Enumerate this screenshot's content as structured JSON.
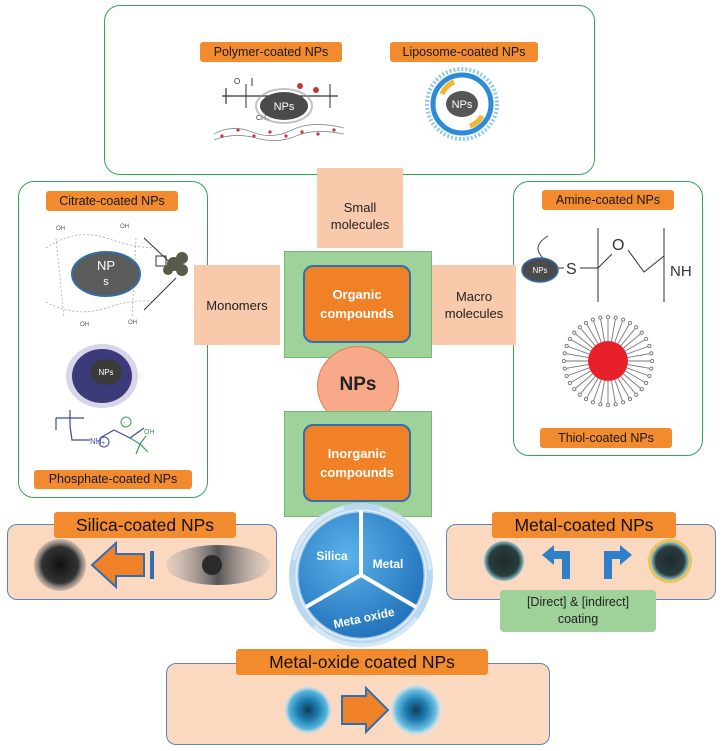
{
  "top_panel": {
    "polymer_label": "Polymer-coated NPs",
    "liposome_label": "Liposome-coated NPs",
    "polymer_np_text": "NPs",
    "liposome_np_text": "NPs",
    "polymer_formula_o": "O",
    "polymer_formula_ch3": "CH₃"
  },
  "left_panel": {
    "citrate_label": "Citrate-coated NPs",
    "citrate_np_text_1": "NP",
    "citrate_np_text_2": "s",
    "phosphate_np_text": "NPs",
    "phosphate_label": "Phosphate-coated NPs"
  },
  "right_panel": {
    "amine_label": "Amine-coated NPs",
    "amine_np_text": "NPs",
    "amine_formula_s": "S",
    "amine_formula_o": "O",
    "amine_formula_nh": "NH",
    "thiol_label": "Thiol-coated NPs"
  },
  "center": {
    "small_molecules": "Small molecules",
    "monomers": "Monomers",
    "macro_molecules": "Macro molecules",
    "organic": "Organic compounds",
    "nps": "NPs",
    "inorganic": "Inorganic compounds"
  },
  "wheel": {
    "silica": "Silica",
    "metal": "Metal",
    "meta_oxide": "Meta oxide"
  },
  "silica_box": {
    "title": "Silica-coated NPs"
  },
  "metal_box": {
    "title": "Metal-coated NPs",
    "coating_note": "[Direct] & [indirect] coating"
  },
  "metal_oxide_box": {
    "title": "Metal-oxide coated NPs"
  },
  "colors": {
    "orange": "#f28a2e",
    "green_border": "#2fa84f",
    "peach": "#f8c9aa",
    "light_green": "#9fd29a",
    "blue_border": "#2f6fb0"
  }
}
